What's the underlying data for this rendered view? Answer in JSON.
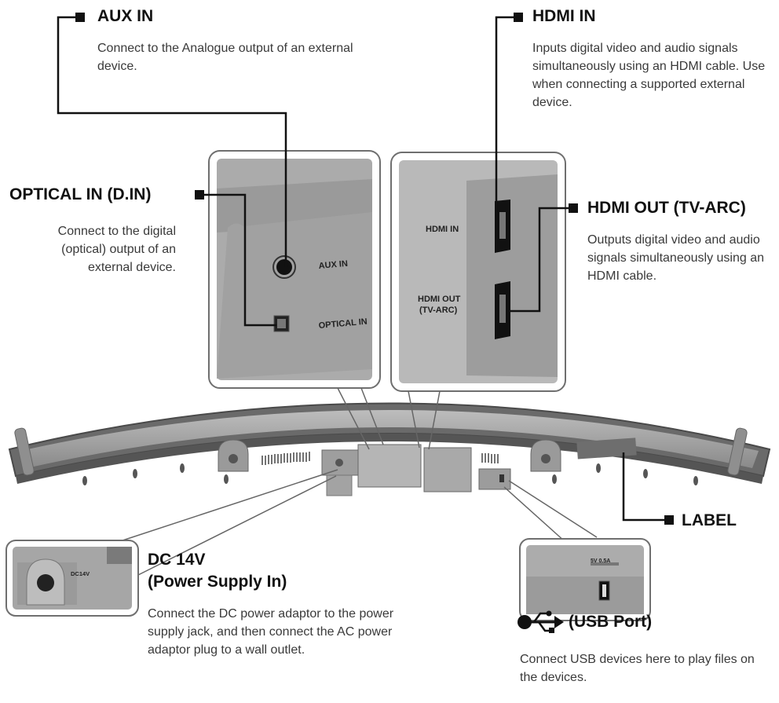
{
  "callouts": {
    "aux_in": {
      "title": "AUX IN",
      "desc": "Connect to the Analogue output of an external device."
    },
    "hdmi_in": {
      "title": "HDMI IN",
      "desc": "Inputs digital video and audio signals simultaneously using an HDMI cable. Use when connecting a supported external device."
    },
    "optical_in": {
      "title": "OPTICAL IN (D.IN)",
      "desc": "Connect to the digital (optical) output of an external device."
    },
    "hdmi_out": {
      "title": "HDMI OUT (TV-ARC)",
      "desc": "Outputs digital video and audio signals simultaneously using an HDMI cable."
    },
    "label": {
      "title": "LABEL"
    },
    "dc_14v": {
      "title_line1": "DC 14V",
      "title_line2": "(Power Supply In)",
      "desc": "Connect the DC power adaptor to the power supply jack, and then connect the AC power adaptor plug to a wall outlet."
    },
    "usb_port": {
      "title": "(USB Port)",
      "desc": "Connect USB devices here to play files on the devices."
    }
  },
  "panel_labels": {
    "aux_in": "AUX IN",
    "optical_in": "OPTICAL IN",
    "hdmi_in": "HDMI IN",
    "hdmi_out_line1": "HDMI OUT",
    "hdmi_out_line2": "(TV-ARC)",
    "dc14v": "DC14V",
    "usb_rating": "5V 0.5A"
  },
  "colors": {
    "line": "#111111",
    "panel": "#a9a9a9",
    "panel_dark": "#8c8c8c",
    "outline": "#6f6f6f"
  }
}
